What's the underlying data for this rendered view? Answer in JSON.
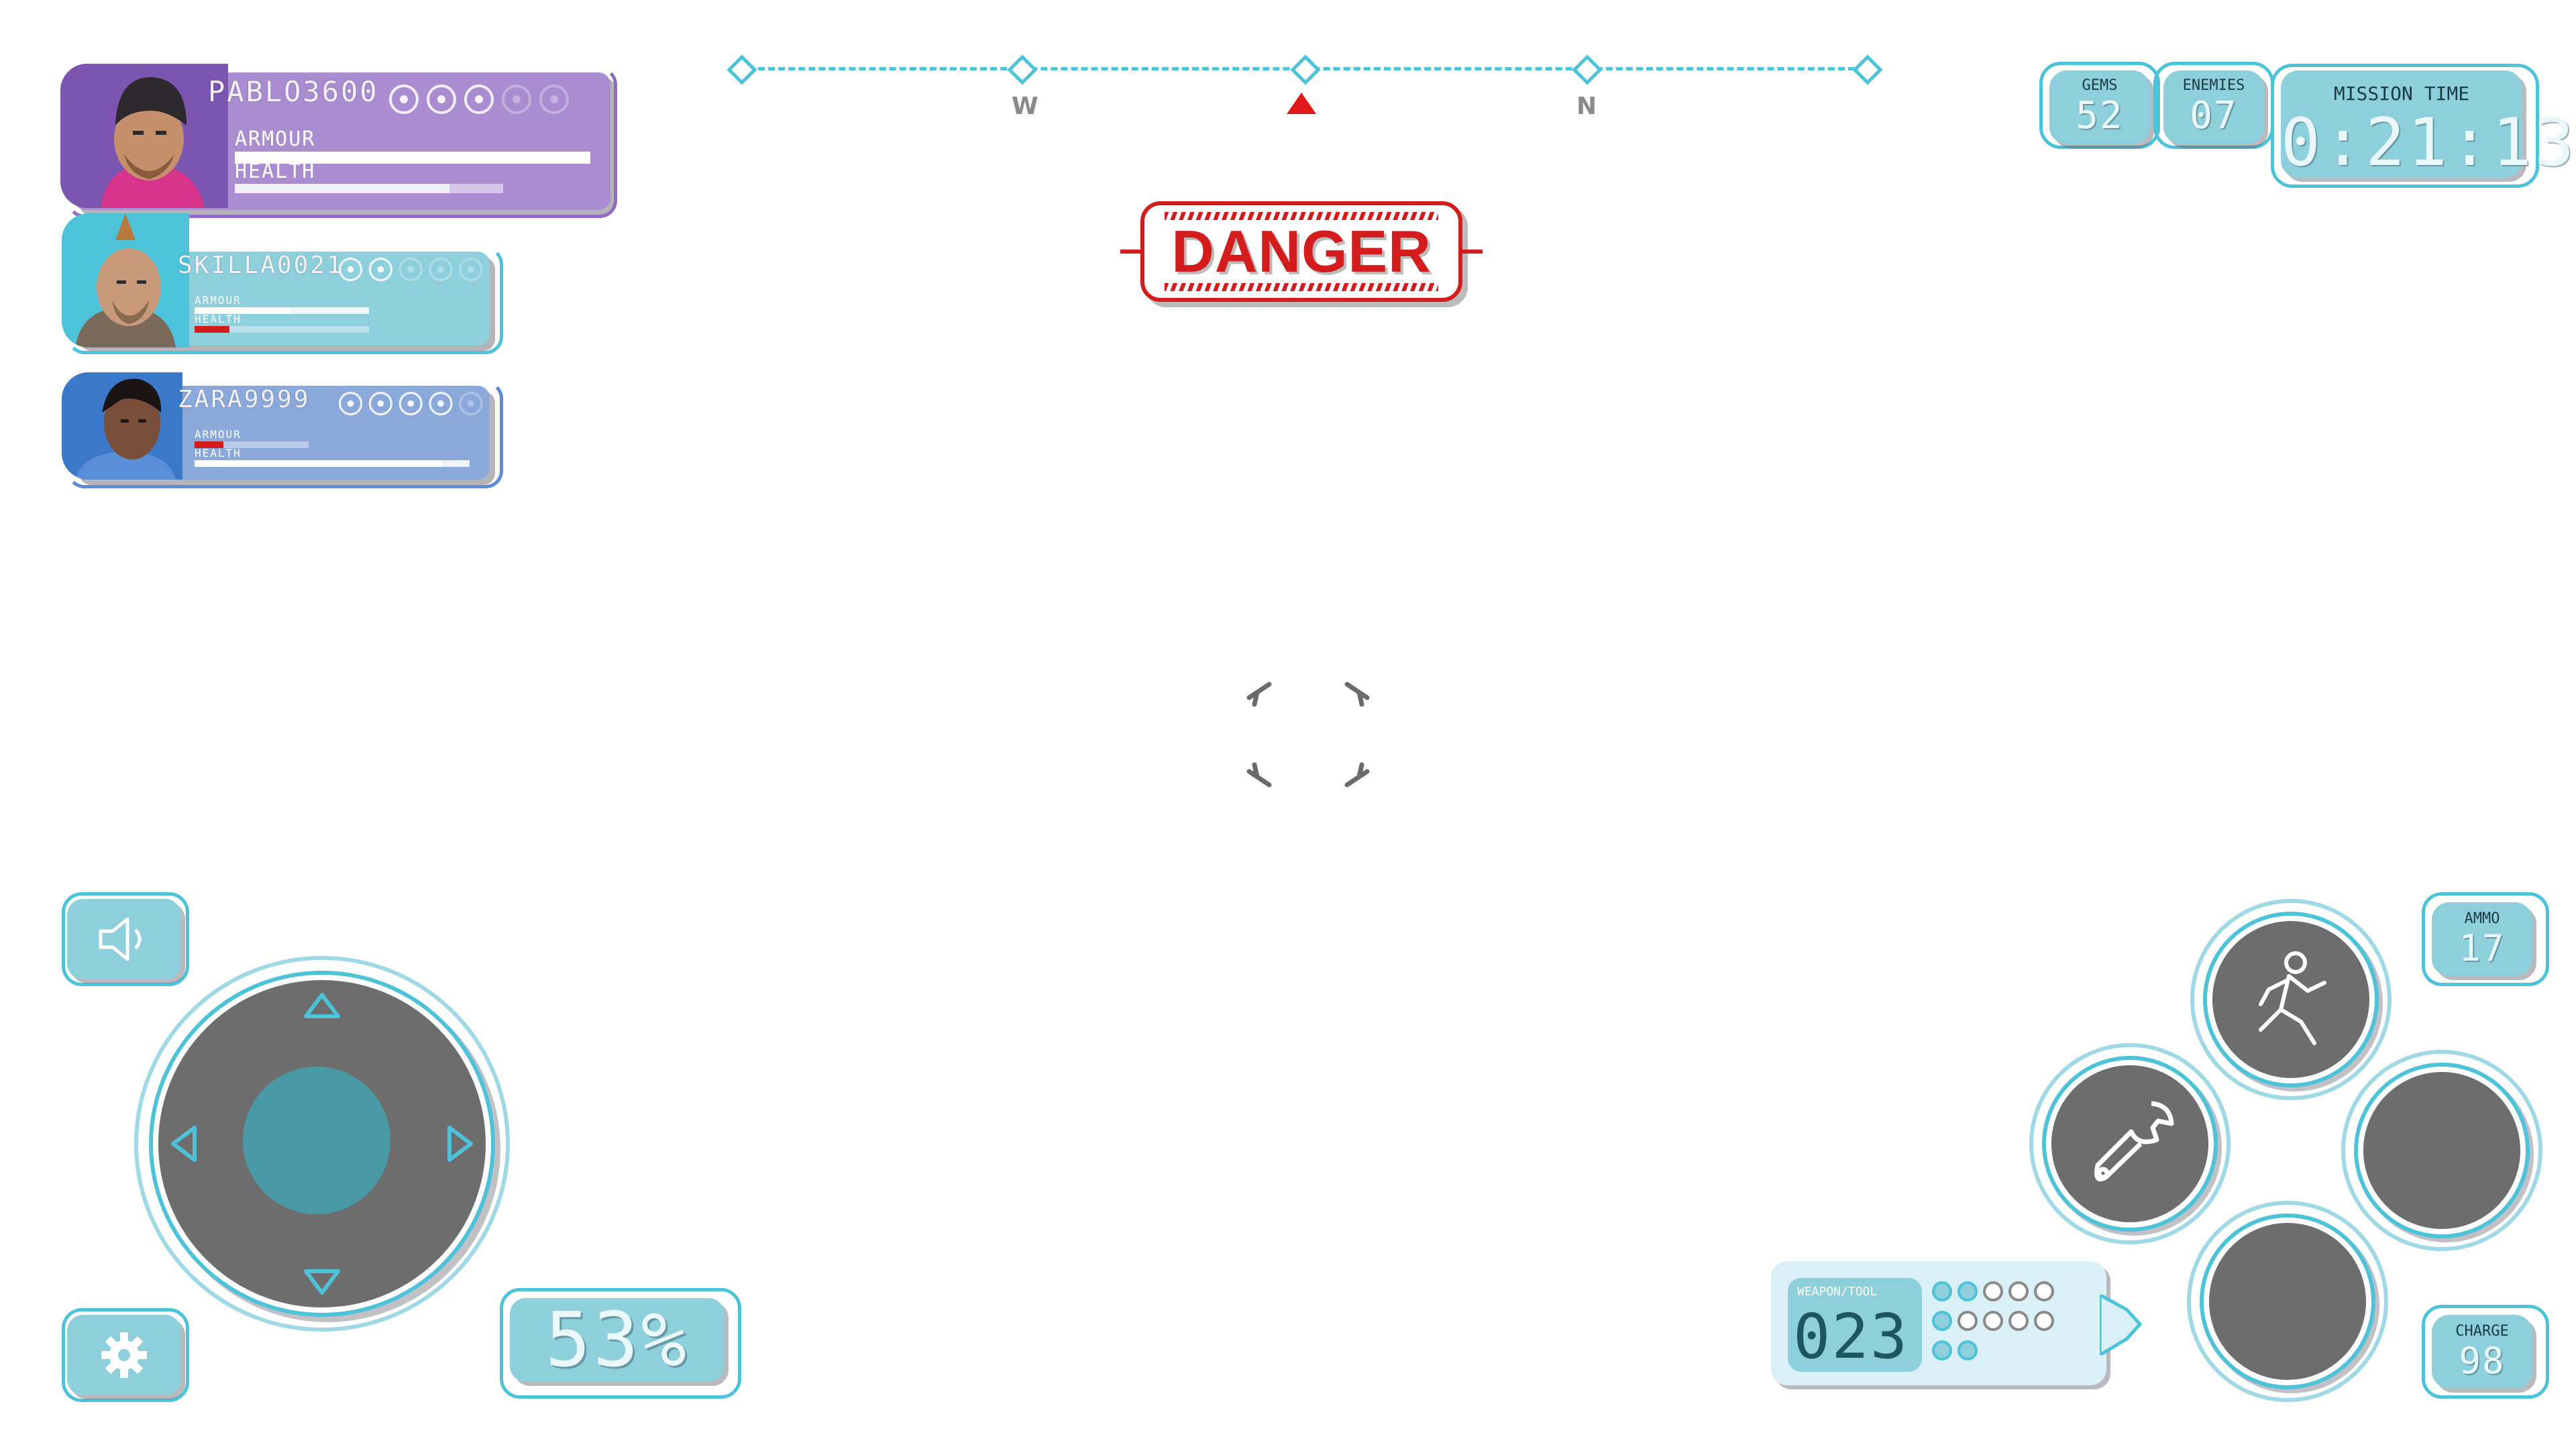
{
  "players": [
    {
      "name": "PABLO3600",
      "armour_label": "ARMOUR",
      "health_label": "HEALTH",
      "armour": 1.0,
      "health": 0.8,
      "lives_active": 3,
      "lives_total": 5,
      "theme": "#9b7cc6"
    },
    {
      "name": "SKILLA0021",
      "armour_label": "ARMOUR",
      "health_label": "HEALTH",
      "armour": 0.55,
      "health": 0.2,
      "lives_active": 2,
      "lives_total": 5,
      "theme": "#8ecfdc"
    },
    {
      "name": "ZARA9999",
      "armour_label": "ARMOUR",
      "health_label": "HEALTH",
      "armour": 0.25,
      "health": 0.9,
      "lives_active": 4,
      "lives_total": 5,
      "theme": "#8aa9da"
    }
  ],
  "compass": {
    "letters": [
      "W",
      "N"
    ]
  },
  "alert": {
    "text": "DANGER",
    "color": "#d41c1c"
  },
  "stats": {
    "gems": {
      "label": "GEMS",
      "value": "52"
    },
    "enemies": {
      "label": "ENEMIES",
      "value": "07"
    },
    "mission_time": {
      "label": "MISSION TIME",
      "value": "0:21:13"
    },
    "ammo": {
      "label": "AMMO",
      "value": "17"
    },
    "charge": {
      "label": "CHARGE",
      "value": "98"
    }
  },
  "percent": {
    "value": "53%"
  },
  "weapon": {
    "label": "WEAPON/TOOL",
    "value": "023",
    "slots_filled": [
      2,
      1,
      2
    ],
    "slots_total": [
      5,
      5,
      2
    ]
  },
  "icons": {
    "sound": "speaker-icon",
    "settings": "gear-icon",
    "run": "running-man-icon",
    "tool": "wrench-icon"
  },
  "colors": {
    "accent": "#4cc3d9",
    "panel": "#8ecfdc",
    "button": "#6d6d6d"
  }
}
